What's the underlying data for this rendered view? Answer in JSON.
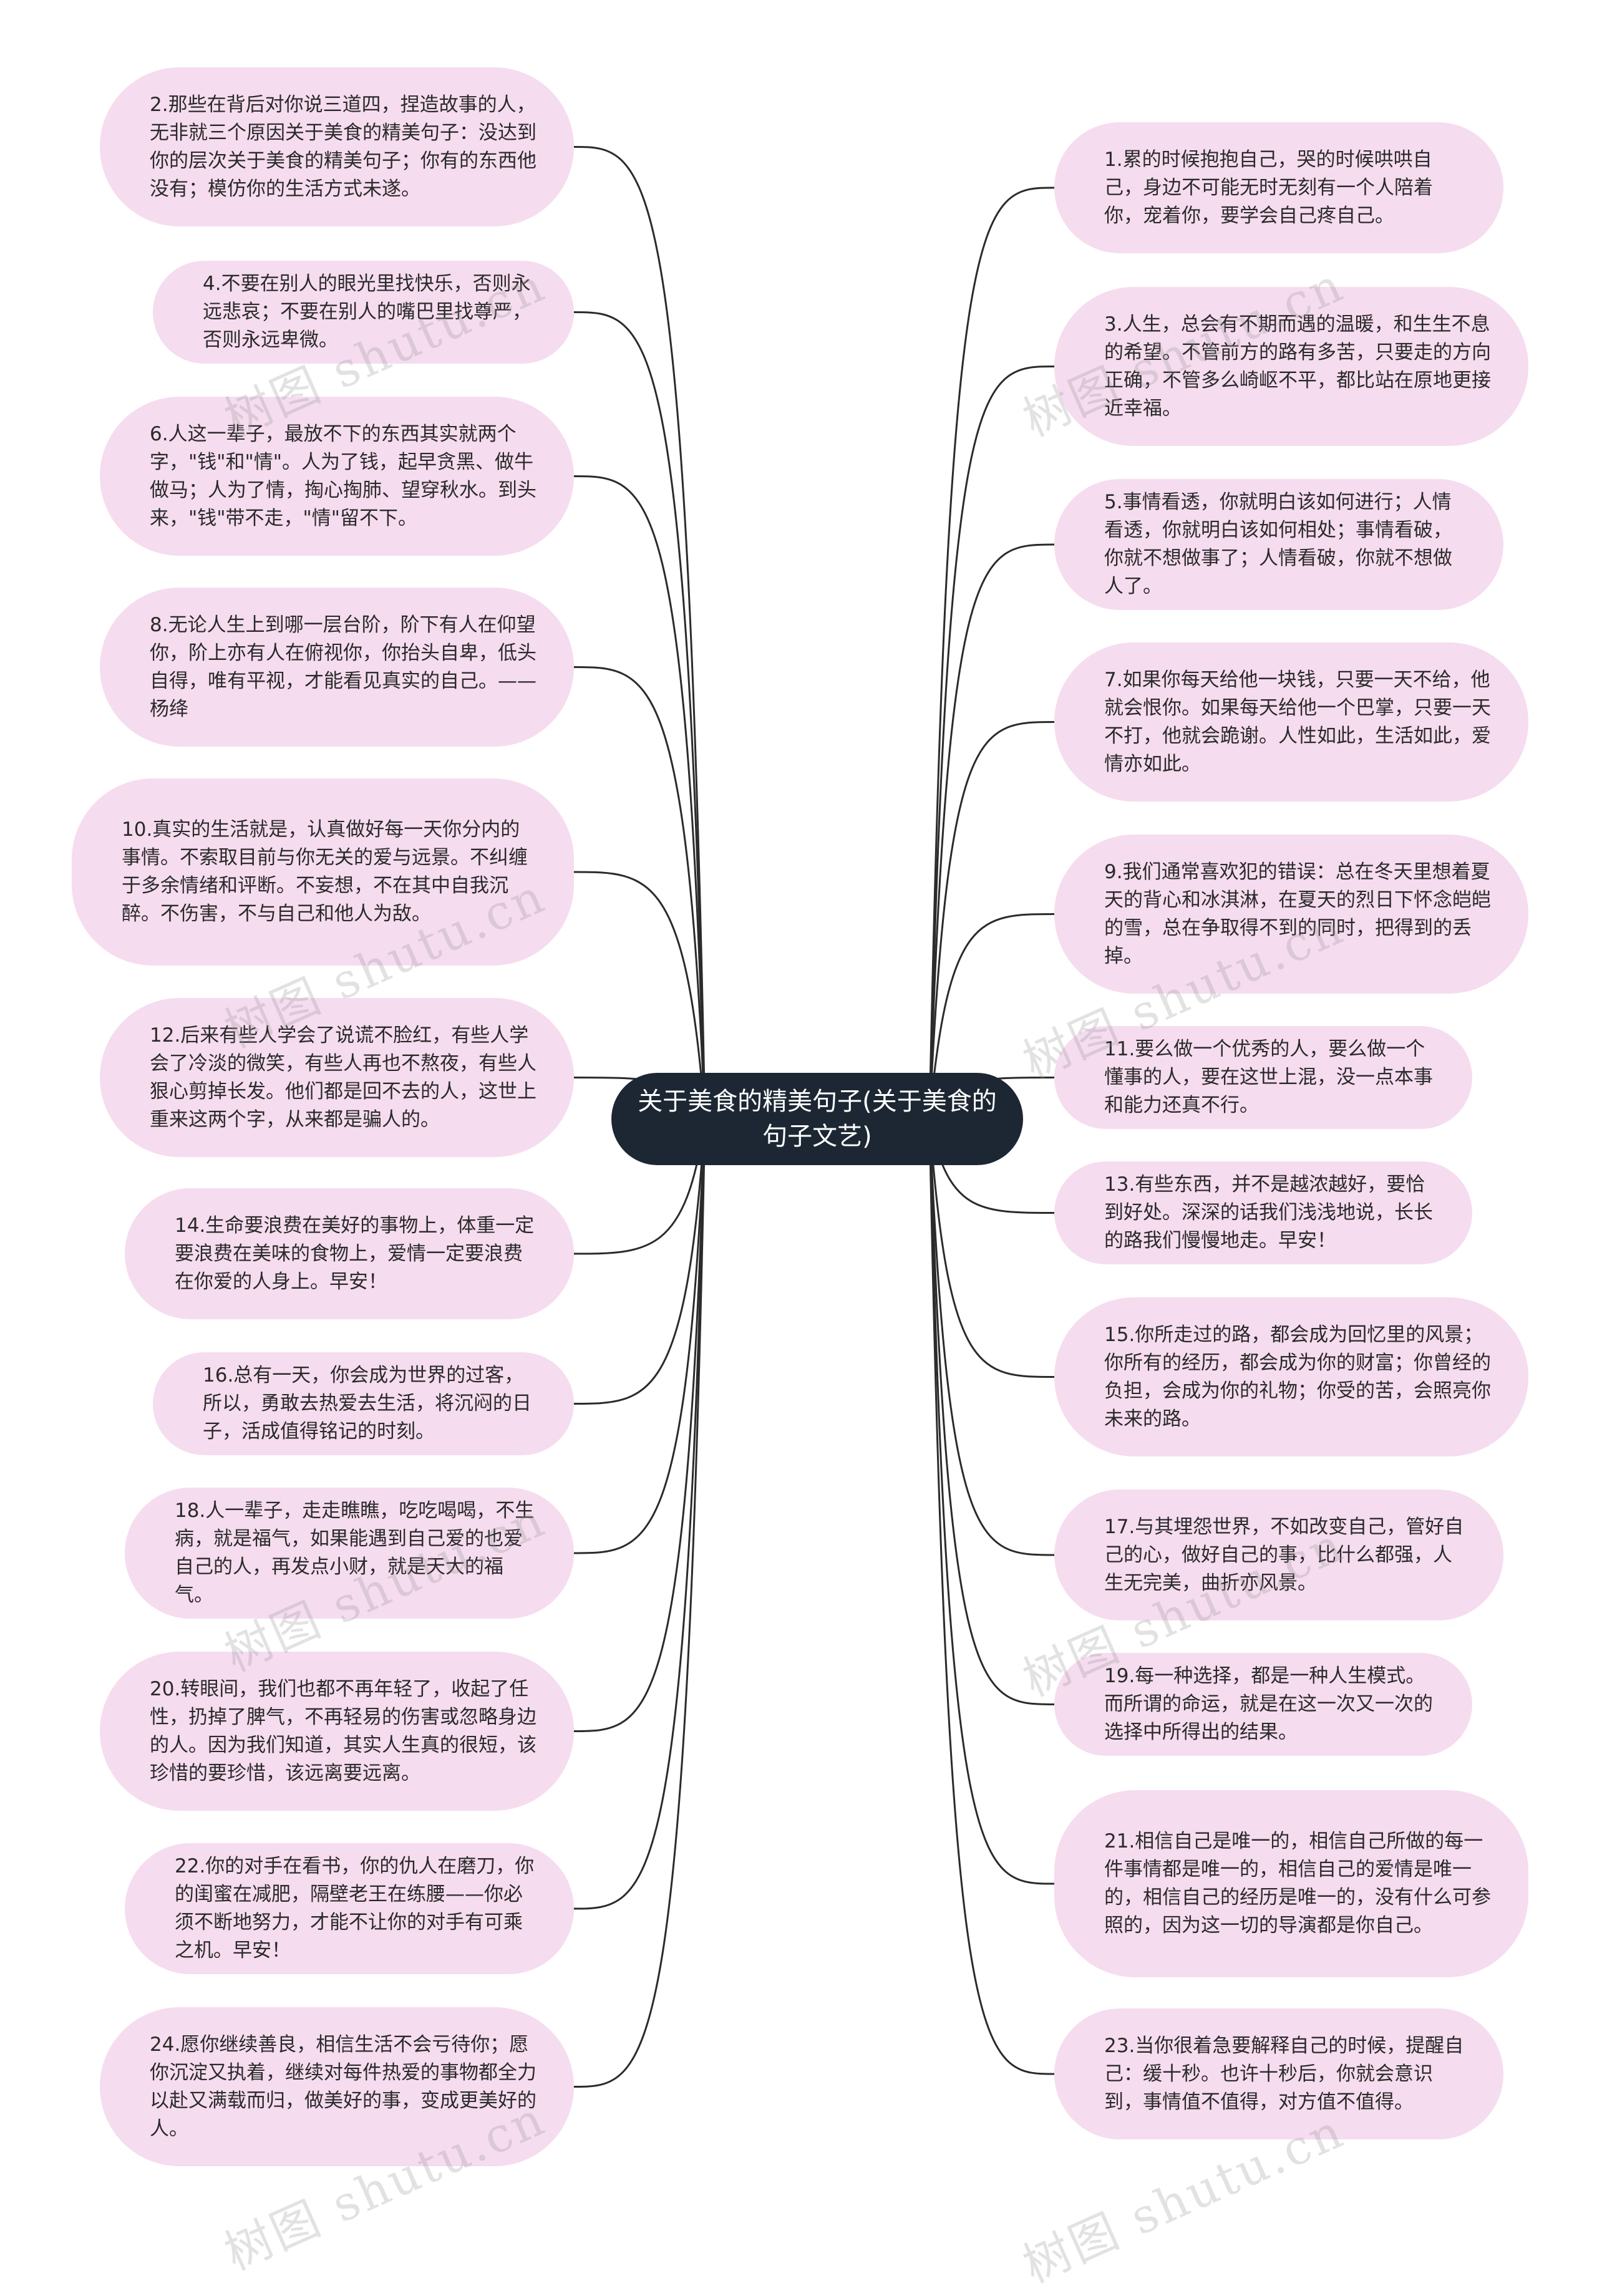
{
  "root": {
    "title": "关于美食的精美句子(关于美食的句子文艺)"
  },
  "left_nodes": [
    {
      "text": "2.那些在背后对你说三道四，捏造故事的人，无非就三个原因关于美食的精美句子：没达到你的层次关于美食的精美句子；你有的东西他没有；模仿你的生活方式未遂。"
    },
    {
      "text": "4.不要在别人的眼光里找快乐，否则永远悲哀；不要在别人的嘴巴里找尊严，否则永远卑微。"
    },
    {
      "text": "6.人这一辈子，最放不下的东西其实就两个字，\"钱\"和\"情\"。人为了钱，起早贪黑、做牛做马；人为了情，掏心掏肺、望穿秋水。到头来，\"钱\"带不走，\"情\"留不下。"
    },
    {
      "text": "8.无论人生上到哪一层台阶，阶下有人在仰望你，阶上亦有人在俯视你，你抬头自卑，低头自得，唯有平视，才能看见真实的自己。——杨绛"
    },
    {
      "text": "10.真实的生活就是，认真做好每一天你分内的事情。不索取目前与你无关的爱与远景。不纠缠于多余情绪和评断。不妄想，不在其中自我沉醉。不伤害，不与自己和他人为敌。"
    },
    {
      "text": "12.后来有些人学会了说谎不脸红，有些人学会了冷淡的微笑，有些人再也不熬夜，有些人狠心剪掉长发。他们都是回不去的人，这世上重来这两个字，从来都是骗人的。"
    },
    {
      "text": "14.生命要浪费在美好的事物上，体重一定要浪费在美味的食物上，爱情一定要浪费在你爱的人身上。早安！"
    },
    {
      "text": "16.总有一天，你会成为世界的过客，所以，勇敢去热爱去生活，将沉闷的日子，活成值得铭记的时刻。"
    },
    {
      "text": "18.人一辈子，走走瞧瞧，吃吃喝喝，不生病，就是福气，如果能遇到自己爱的也爱自己的人，再发点小财，就是天大的福气。"
    },
    {
      "text": "20.转眼间，我们也都不再年轻了，收起了任性，扔掉了脾气，不再轻易的伤害或忽略身边的人。因为我们知道，其实人生真的很短，该珍惜的要珍惜，该远离要远离。"
    },
    {
      "text": "22.你的对手在看书，你的仇人在磨刀，你的闺蜜在减肥，隔壁老王在练腰——你必须不断地努力，才能不让你的对手有可乘之机。早安！"
    },
    {
      "text": "24.愿你继续善良，相信生活不会亏待你；愿你沉淀又执着，继续对每件热爱的事物都全力以赴又满载而归，做美好的事，变成更美好的人。"
    }
  ],
  "right_nodes": [
    {
      "text": "1.累的时候抱抱自己，哭的时候哄哄自己，身边不可能无时无刻有一个人陪着你，宠着你，要学会自己疼自己。"
    },
    {
      "text": "3.人生，总会有不期而遇的温暖，和生生不息的希望。不管前方的路有多苦，只要走的方向正确，不管多么崎岖不平，都比站在原地更接近幸福。"
    },
    {
      "text": "5.事情看透，你就明白该如何进行；人情看透，你就明白该如何相处；事情看破，你就不想做事了；人情看破，你就不想做人了。"
    },
    {
      "text": "7.如果你每天给他一块钱，只要一天不给，他就会恨你。如果每天给他一个巴掌，只要一天不打，他就会跪谢。人性如此，生活如此，爱情亦如此。"
    },
    {
      "text": "9.我们通常喜欢犯的错误：总在冬天里想着夏天的背心和冰淇淋，在夏天的烈日下怀念皑皑的雪，总在争取得不到的同时，把得到的丢掉。"
    },
    {
      "text": "11.要么做一个优秀的人，要么做一个懂事的人，要在这世上混，没一点本事和能力还真不行。"
    },
    {
      "text": "13.有些东西，并不是越浓越好，要恰到好处。深深的话我们浅浅地说，长长的路我们慢慢地走。早安！"
    },
    {
      "text": "15.你所走过的路，都会成为回忆里的风景；你所有的经历，都会成为你的财富；你曾经的负担，会成为你的礼物；你受的苦，会照亮你未来的路。"
    },
    {
      "text": "17.与其埋怨世界，不如改变自己，管好自己的心，做好自己的事，比什么都强，人生无完美，曲折亦风景。"
    },
    {
      "text": "19.每一种选择，都是一种人生模式。而所谓的命运，就是在这一次又一次的选择中所得出的结果。"
    },
    {
      "text": "21.相信自己是唯一的，相信自己所做的每一件事情都是唯一的，相信自己的爱情是唯一的，相信自己的经历是唯一的，没有什么可参照的，因为这一切的导演都是你自己。"
    },
    {
      "text": "23.当你很着急要解释自己的时候，提醒自己：缓十秒。也许十秒后，你就会意识到，事情值不值得，对方值不值得。"
    }
  ],
  "watermark": "树图 shutu.cn",
  "colors": {
    "node_fill": "#f6dcef",
    "root_fill": "#1c2733",
    "line": "#2b2b2b"
  }
}
